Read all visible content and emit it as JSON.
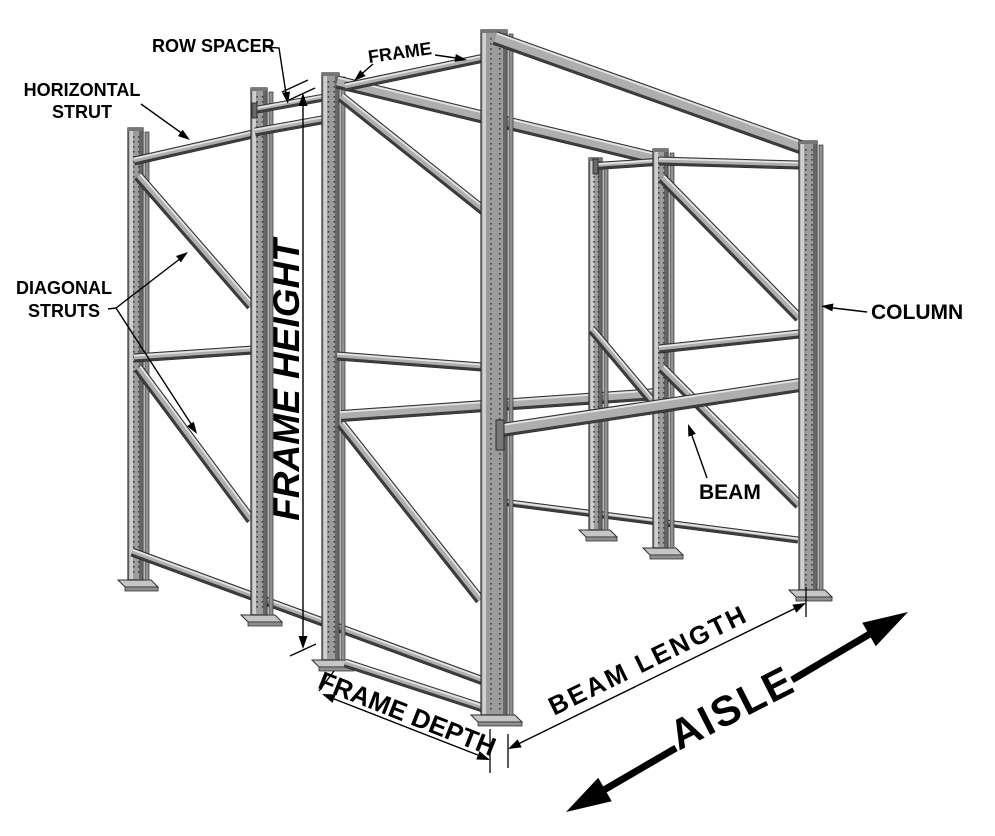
{
  "page": {
    "background": "#ffffff"
  },
  "diagram": {
    "subject": "pallet-rack-components-isometric-illustration",
    "labels": {
      "row_spacer": "ROW SPACER",
      "frame": "FRAME",
      "horizontal_strut": [
        "HORIZONTAL",
        "STRUT"
      ],
      "diagonal_struts": [
        "DIAGONAL",
        "STRUTS"
      ],
      "frame_height": "FRAME HEIGHT",
      "column": "COLUMN",
      "beam": "BEAM",
      "frame_depth": "FRAME DEPTH",
      "beam_length": "BEAM LENGTH",
      "aisle": "AISLE"
    },
    "colors": {
      "background": "#ffffff",
      "steel_body": "#9c9c9c",
      "steel_light": "#cfcfcf",
      "steel_highlight": "#e6e6e6",
      "steel_shadow": "#3c3c3c",
      "steel_dark_edge": "#666666",
      "outline": "#2e2e2e",
      "annotation": "#000000"
    }
  }
}
